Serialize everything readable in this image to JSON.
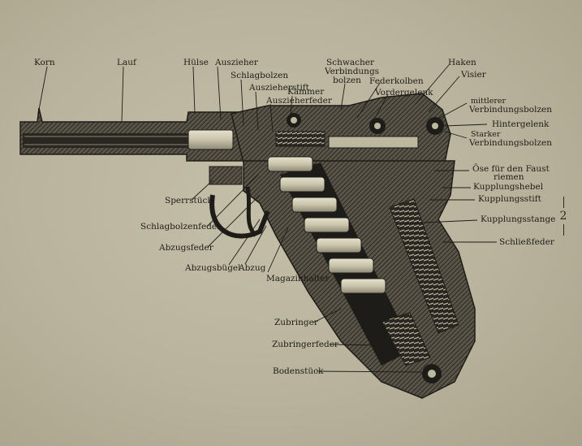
{
  "labels": {
    "korn": "Korn",
    "lauf": "Lauf",
    "huelse": "Hülse",
    "auszieher": "Auszieher",
    "schlagbolzen": "Schlagbolzen",
    "ausziehersteft": "Auszieherstift",
    "ausziehefeder": "Auszieherfeder",
    "kammer": "Kammer",
    "schwacher_verbindungsbolzen_1": "Schwacher",
    "schwacher_verbindungsbolzen_2": "Verbindungs",
    "schwacher_verbindungsbolzen_3": "bolzen",
    "federkolben": "Federkolben",
    "vordergelenk": "Vordergelenk",
    "haken": "Haken",
    "visier": "Visier",
    "mittlerer_1": "mittlerer",
    "mittlerer_2": "Verbindungsbolzen",
    "hintergelenk": "Hintergelenk",
    "starker_1": "Starker",
    "starker_2": "Verbindungsbolzen",
    "oese_1": "Öse für den Faust",
    "oese_2": "riemen",
    "kupplungshebel": "Kupplungshebel",
    "kupplungsstift": "Kupplungsstift",
    "kupplungsstange": "Kupplungsstange",
    "schliessfeder": "Schließfeder",
    "sperrstueck": "Sperrstück",
    "schlagbolzenfeder": "Schlagbolzenfeder",
    "abzugsfeder": "Abzugsfeder",
    "abzugsbuegel": "Abzugsbügel",
    "abzug": "Abzug",
    "magazinhalter": "Magazinhalter",
    "zubringer": "Zubringer",
    "zubringerfeder": "Zubringerfeder",
    "bodenstueck": "Bodenstück"
  },
  "page_number": "2",
  "colors": {
    "paper": "#bdb7a0",
    "ink": "#1e1c18"
  }
}
